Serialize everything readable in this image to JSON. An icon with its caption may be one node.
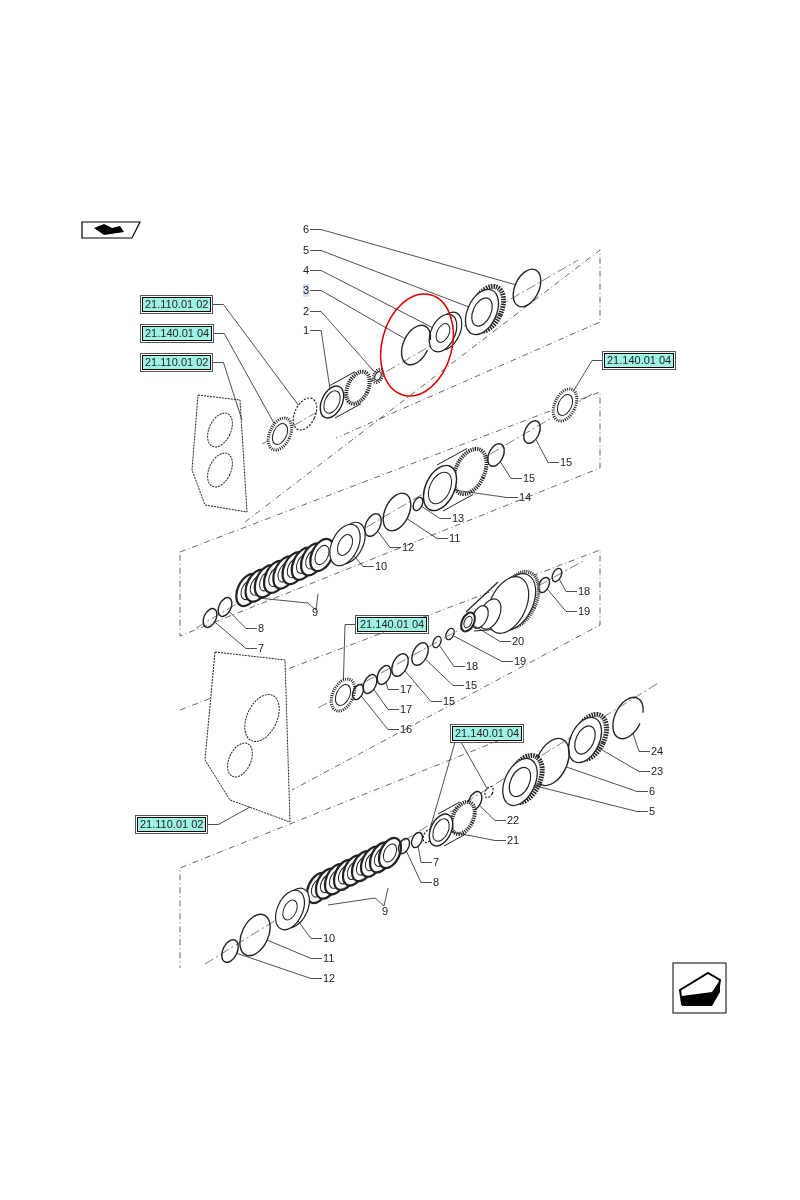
{
  "diagram": {
    "nodes": [
      {
        "text": [
          "6"
        ]
      },
      {
        "text": [
          "5"
        ]
      },
      {
        "text": [
          "4"
        ]
      },
      {
        "text": [
          "3"
        ]
      },
      {
        "text": [
          "2"
        ]
      },
      {
        "text": [
          "1"
        ]
      },
      {
        "text": [
          "21.110.01 02"
        ]
      },
      {
        "text": [
          "21.140.01 04"
        ]
      },
      {
        "text": [
          "21.110.01 02"
        ]
      },
      {
        "text": [
          "21.140.01 04"
        ]
      },
      {
        "text": [
          "15"
        ]
      },
      {
        "text": [
          "15"
        ]
      },
      {
        "text": [
          "14"
        ]
      },
      {
        "text": [
          "13"
        ]
      },
      {
        "text": [
          "11"
        ]
      },
      {
        "text": [
          "12"
        ]
      },
      {
        "text": [
          "10"
        ]
      },
      {
        "text": [
          "8"
        ]
      },
      {
        "text": [
          "7"
        ]
      },
      {
        "text": [
          "18"
        ]
      },
      {
        "text": [
          "19"
        ]
      },
      {
        "text": [
          "20"
        ]
      },
      {
        "text": [
          "19"
        ]
      },
      {
        "text": [
          "18"
        ]
      },
      {
        "text": [
          "15"
        ]
      },
      {
        "text": [
          "15"
        ]
      },
      {
        "text": [
          "21.140.01 04"
        ]
      },
      {
        "text": [
          "17"
        ]
      },
      {
        "text": [
          "17"
        ]
      },
      {
        "text": [
          "16"
        ]
      },
      {
        "text": [
          "21.140.01 04"
        ]
      },
      {
        "text": [
          "24"
        ]
      },
      {
        "text": [
          "23"
        ]
      },
      {
        "text": [
          "6"
        ]
      },
      {
        "text": [
          "5"
        ]
      },
      {
        "text": [
          "22"
        ]
      },
      {
        "text": [
          "21"
        ]
      },
      {
        "text": [
          "21.110.01 02"
        ]
      },
      {
        "text": [
          "7"
        ]
      },
      {
        "text": [
          "8"
        ]
      },
      {
        "text": [
          "10"
        ]
      },
      {
        "text": [
          "11"
        ]
      },
      {
        "text": [
          "12"
        ]
      },
      {
        "text": [],
        "shape": "circle"
      },
      {
        "text": [],
        "shape": "picture"
      },
      {
        "text": [],
        "shape": "picture"
      },
      {
        "text": [],
        "shape": "circle"
      },
      {
        "text": [],
        "shape": "picture"
      },
      {
        "text": [],
        "shape": "picture"
      },
      {
        "text": [],
        "shape": "circle"
      },
      {
        "text": [],
        "shape": "picture"
      },
      {
        "text": [],
        "shape": "picture"
      },
      {
        "text": [],
        "shape": "picture"
      },
      {
        "text": [],
        "shape": "circle"
      },
      {
        "text": [],
        "shape": "circle"
      },
      {
        "text": [],
        "shape": "picture"
      },
      {
        "text": [],
        "shape": "circle"
      },
      {
        "text": [],
        "shape": "circle"
      },
      {
        "text": [],
        "shape": "circle"
      },
      {
        "text": [],
        "shape": "picture"
      },
      {
        "text": [],
        "shape": "circle"
      },
      {
        "text": [],
        "shape": "circle"
      },
      {
        "text": [],
        "shape": "circle"
      },
      {
        "text": [],
        "shape": "circle"
      },
      {
        "text": [],
        "shape": "picture"
      },
      {
        "text": [],
        "shape": "circle"
      },
      {
        "text": [],
        "shape": "circle"
      },
      {
        "text": [],
        "shape": "circle"
      },
      {
        "text": [],
        "shape": "circle"
      },
      {
        "text": [],
        "shape": "picture"
      },
      {
        "text": [],
        "shape": "circle"
      },
      {
        "text": [],
        "shape": "circle"
      },
      {
        "text": [],
        "shape": "circle"
      },
      {
        "text": [],
        "shape": "circle"
      },
      {
        "text": [],
        "shape": "circle"
      },
      {
        "text": [],
        "shape": "circle"
      },
      {
        "text": [],
        "shape": "picture"
      },
      {
        "text": [],
        "shape": "circle"
      },
      {
        "text": [],
        "shape": "picture"
      },
      {
        "text": [],
        "shape": "circle"
      },
      {
        "text": [],
        "shape": "picture"
      },
      {
        "text": [],
        "shape": "picture"
      },
      {
        "text": [],
        "shape": "circle"
      },
      {
        "text": [],
        "shape": "circle"
      },
      {
        "text": [],
        "shape": "picture"
      },
      {
        "text": [],
        "shape": "circle"
      },
      {
        "text": [],
        "shape": "circle"
      }
    ],
    "edges": [
      {
        "from": 0,
        "to": 43,
        "arrow": "none"
      },
      {
        "from": 1,
        "to": 44,
        "arrow": "none"
      },
      {
        "from": 2,
        "to": 45,
        "arrow": "none"
      },
      {
        "from": 3,
        "to": 46,
        "arrow": "none"
      },
      {
        "from": 4,
        "to": 47,
        "arrow": "none"
      },
      {
        "from": 5,
        "to": 48,
        "arrow": "none"
      },
      {
        "from": 6,
        "to": 49,
        "arrow": "none"
      },
      {
        "from": 7,
        "to": 50,
        "arrow": "none"
      },
      {
        "from": 8,
        "to": 51,
        "arrow": "none"
      },
      {
        "from": 9,
        "to": 52,
        "arrow": "none"
      },
      {
        "from": 10,
        "to": 53,
        "arrow": "none"
      },
      {
        "from": 11,
        "to": 54,
        "arrow": "none"
      },
      {
        "from": 12,
        "to": 55,
        "arrow": "none"
      },
      {
        "from": 13,
        "to": 56,
        "arrow": "none"
      },
      {
        "from": 14,
        "to": 57,
        "arrow": "none"
      },
      {
        "from": 15,
        "to": 58,
        "arrow": "none"
      },
      {
        "from": 16,
        "to": 59,
        "arrow": "none"
      },
      {
        "from": 17,
        "to": 60,
        "arrow": "none"
      },
      {
        "from": 18,
        "to": 61,
        "arrow": "none"
      },
      {
        "from": 19,
        "to": 62,
        "arrow": "none"
      },
      {
        "from": 20,
        "to": 63,
        "arrow": "none"
      },
      {
        "from": 21,
        "to": 64,
        "arrow": "none"
      },
      {
        "from": 22,
        "to": 65,
        "arrow": "none"
      },
      {
        "from": 23,
        "to": 66,
        "arrow": "none"
      },
      {
        "from": 24,
        "to": 67,
        "arrow": "none"
      },
      {
        "from": 25,
        "to": 68,
        "arrow": "none"
      },
      {
        "from": 26,
        "to": 69,
        "arrow": "none"
      },
      {
        "from": 27,
        "to": 70,
        "arrow": "none"
      },
      {
        "from": 28,
        "to": 71,
        "arrow": "none"
      },
      {
        "from": 29,
        "to": 72,
        "arrow": "none"
      },
      {
        "from": 30,
        "to": 73,
        "arrow": "none"
      },
      {
        "from": 30,
        "to": 74,
        "arrow": "none"
      },
      {
        "from": 31,
        "to": 75,
        "arrow": "none"
      },
      {
        "from": 32,
        "to": 76,
        "arrow": "none"
      },
      {
        "from": 33,
        "to": 77,
        "arrow": "none"
      },
      {
        "from": 34,
        "to": 78,
        "arrow": "none"
      },
      {
        "from": 35,
        "to": 79,
        "arrow": "none"
      },
      {
        "from": 36,
        "to": 80,
        "arrow": "none"
      },
      {
        "from": 37,
        "to": 81,
        "arrow": "none"
      },
      {
        "from": 38,
        "to": 82,
        "arrow": "none"
      },
      {
        "from": 39,
        "to": 83,
        "arrow": "none"
      },
      {
        "from": 40,
        "to": 84,
        "arrow": "none"
      },
      {
        "from": 41,
        "to": 85,
        "arrow": "none"
      },
      {
        "from": 42,
        "to": 86,
        "arrow": "none"
      }
    ],
    "labels": [
      "9",
      "9"
    ]
  }
}
